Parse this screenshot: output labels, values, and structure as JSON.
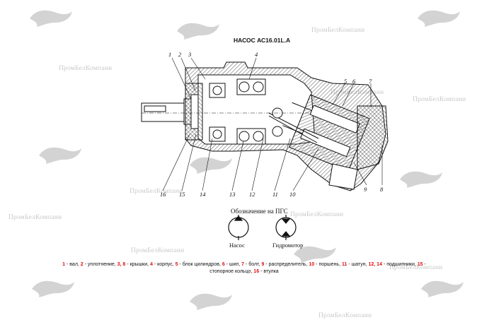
{
  "title": "НАСОС АС16.01L.A",
  "watermark_text": "ПромБелКомпани",
  "pgs_caption": "Обозначение на ПГС",
  "symbols": {
    "pump_label": "Насос",
    "motor_label": "Гидромотор"
  },
  "callouts": [
    "1",
    "2",
    "3",
    "4",
    "5",
    "6",
    "7",
    "8",
    "9",
    "10",
    "11",
    "12",
    "13",
    "14",
    "15",
    "16"
  ],
  "legend": [
    {
      "num": "1",
      "text": " - вал, "
    },
    {
      "num": "2",
      "text": " - уплотнение, "
    },
    {
      "num": "3, 8",
      "text": " - крышки, "
    },
    {
      "num": "4",
      "text": " - корпус, "
    },
    {
      "num": "5",
      "text": " - блок цилиндров, "
    },
    {
      "num": "6",
      "text": " - шип, "
    },
    {
      "num": "7",
      "text": " - болт, "
    },
    {
      "num": "9",
      "text": " - распределитель, "
    },
    {
      "num": "10",
      "text": " - поршень, "
    },
    {
      "num": "11",
      "text": " - шатун, "
    },
    {
      "num": "12, 14",
      "text": " - подшипники, "
    },
    {
      "num": "15",
      "text": " - стопорное кольцо, "
    },
    {
      "num": "16",
      "text": " - втулка"
    }
  ],
  "colors": {
    "ink": "#111111",
    "legend_number": "#dd1111",
    "watermark": "#c9c9c9",
    "hatch": "#555555"
  }
}
